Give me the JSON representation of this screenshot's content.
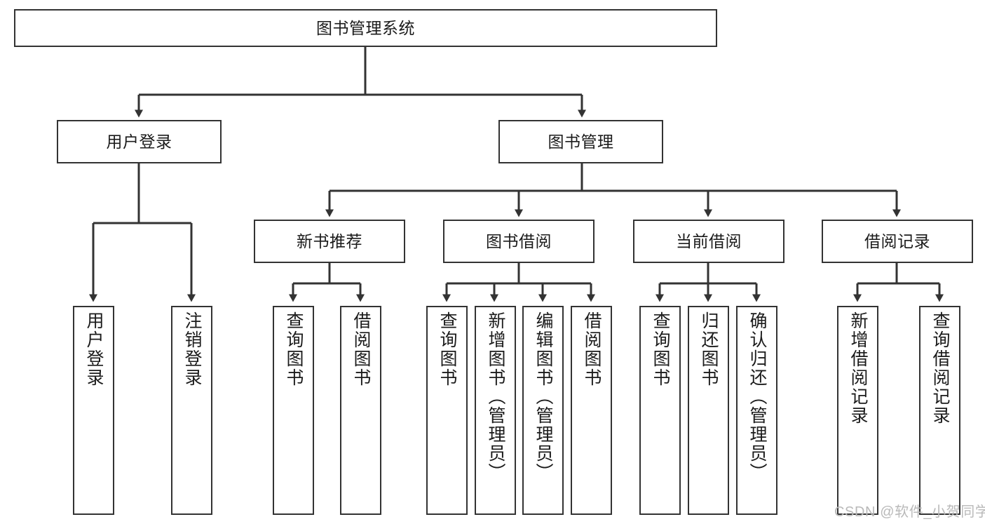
{
  "diagram": {
    "title": "图书管理系统",
    "type": "tree-hierarchy",
    "line_color": "#333333",
    "box_fill": "#ffffff",
    "text_color": "#1b1b1b",
    "root": {
      "label": "图书管理系统"
    },
    "level2": [
      {
        "label": "用户登录"
      },
      {
        "label": "图书管理"
      }
    ],
    "level3": [
      {
        "label": "新书推荐"
      },
      {
        "label": "图书借阅"
      },
      {
        "label": "当前借阅"
      },
      {
        "label": "借阅记录"
      }
    ],
    "leaves": {
      "user_login": [
        {
          "label": "用户登录"
        },
        {
          "label": "注销登录"
        }
      ],
      "new_book_recommend": [
        {
          "label": "查询图书"
        },
        {
          "label": "借阅图书"
        }
      ],
      "book_borrow": [
        {
          "label": "查询图书"
        },
        {
          "label": "新增图书（管理员）"
        },
        {
          "label": "编辑图书（管理员）"
        },
        {
          "label": "借阅图书"
        }
      ],
      "current_borrow": [
        {
          "label": "查询图书"
        },
        {
          "label": "归还图书"
        },
        {
          "label": "确认归还（管理员）"
        }
      ],
      "borrow_record": [
        {
          "label": "新增借阅记录"
        },
        {
          "label": "查询借阅记录"
        }
      ]
    }
  },
  "watermark": {
    "text": "CSDN @软件_小贺同学",
    "color": "#b9b9b9"
  }
}
